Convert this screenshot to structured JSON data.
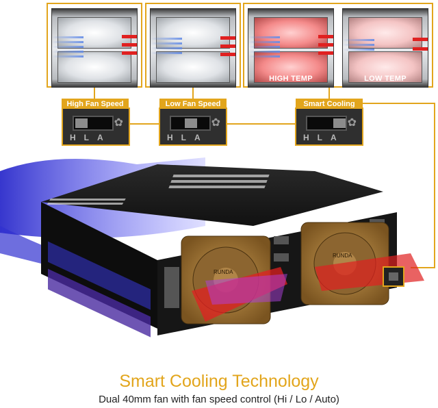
{
  "top_row": {
    "thumbs": [
      {
        "id": "high",
        "label": ""
      },
      {
        "id": "low",
        "label": ""
      },
      {
        "id": "hot",
        "label": "HIGH TEMP"
      },
      {
        "id": "cool",
        "label": "LOW TEMP"
      }
    ]
  },
  "modes": [
    {
      "label": "High Fan Speed"
    },
    {
      "label": "Low Fan Speed"
    },
    {
      "label": "Smart Cooling"
    }
  ],
  "switch_legend": "HLA",
  "fan_labels": {
    "left_brand": "RUNDA",
    "right_brand": "RUNDA"
  },
  "caption": {
    "title": "Smart Cooling Technology",
    "subtitle": "Dual 40mm fan with fan speed control (Hi / Lo / Auto)"
  },
  "colors": {
    "accent": "#e2a51c",
    "hot_arrow": "#e02020",
    "cool_flow": "#3a3ad8"
  }
}
